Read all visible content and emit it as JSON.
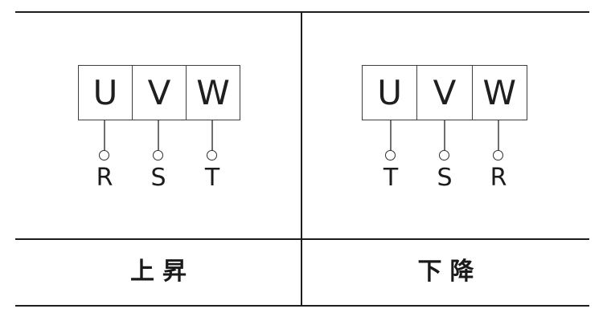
{
  "figure": {
    "panels": [
      {
        "terminals": [
          "U",
          "V",
          "W"
        ],
        "phases": [
          "R",
          "S",
          "T"
        ],
        "caption": "上昇"
      },
      {
        "terminals": [
          "U",
          "V",
          "W"
        ],
        "phases": [
          "T",
          "S",
          "R"
        ],
        "caption": "下降"
      }
    ],
    "colors": {
      "background": "#ffffff",
      "border_line": "#1d1d1d",
      "box_border": "#3e3e3e",
      "wire": "#6e6e6e",
      "text": "#1f1f1f"
    }
  }
}
